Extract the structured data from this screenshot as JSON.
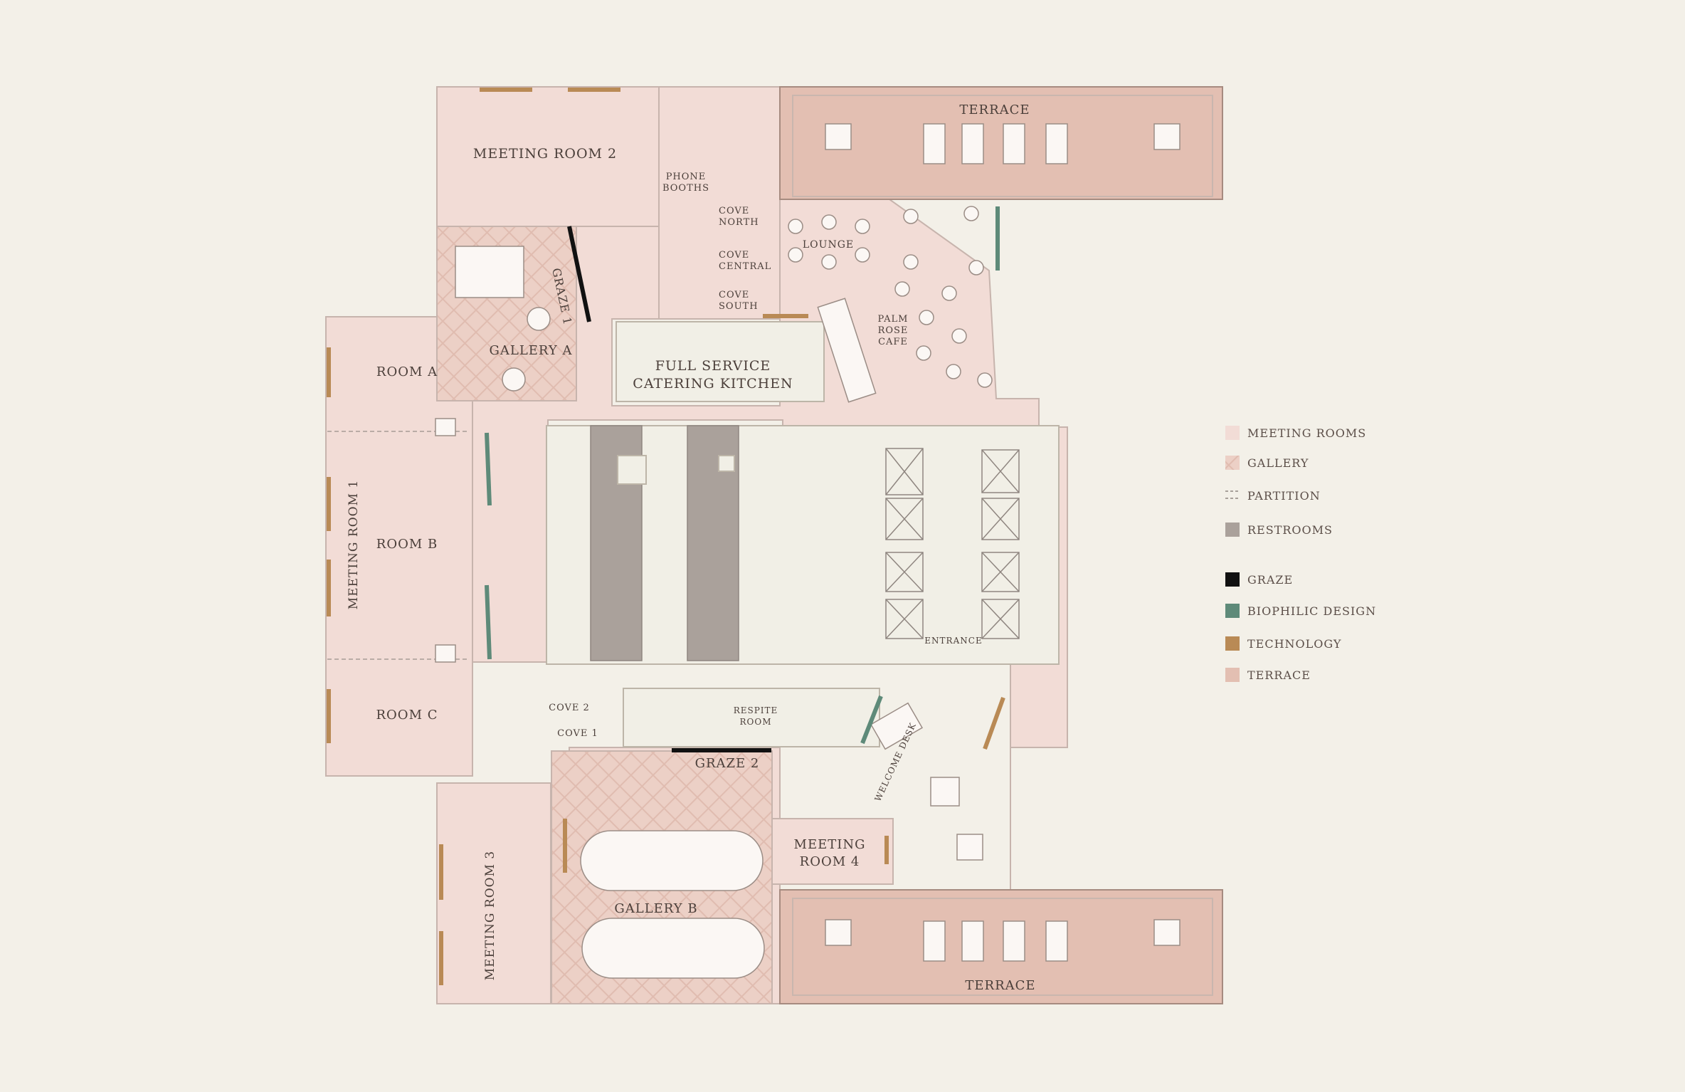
{
  "colors": {
    "background": "#f3f0e8",
    "meeting_rooms": "#f2dcd6",
    "gallery": "#ecd0c6",
    "restrooms": "#aaa19b",
    "graze": "#111111",
    "biophilic": "#5e8a79",
    "technology": "#b98a55",
    "terrace": "#e3bfb2"
  },
  "rooms": {
    "meeting_room_2": "MEETING ROOM 2",
    "phone_booths_1": "PHONE",
    "phone_booths_2": "BOOTHS",
    "cove_north_1": "COVE",
    "cove_north_2": "NORTH",
    "cove_central_1": "COVE",
    "cove_central_2": "CENTRAL",
    "cove_south_1": "COVE",
    "cove_south_2": "SOUTH",
    "graze_1": "GRAZE 1",
    "gallery_a": "GALLERY A",
    "lounge": "LOUNGE",
    "palm_1": "PALM",
    "palm_2": "ROSE",
    "palm_3": "CAFE",
    "kitchen_1": "FULL SERVICE",
    "kitchen_2": "CATERING KITCHEN",
    "room_a": "ROOM A",
    "room_b": "ROOM B",
    "room_c": "ROOM C",
    "meeting_room_1": "MEETING ROOM 1",
    "terrace_top": "TERRACE",
    "terrace_bottom": "TERRACE",
    "entrance": "ENTRANCE",
    "cove_2": "COVE 2",
    "cove_1": "COVE 1",
    "respite_1": "RESPITE",
    "respite_2": "ROOM",
    "welcome_desk": "WELCOME DESK",
    "graze_2": "GRAZE 2",
    "meeting_room_4_1": "MEETING",
    "meeting_room_4_2": "ROOM 4",
    "meeting_room_3": "MEETING ROOM 3",
    "gallery_b": "GALLERY B"
  },
  "legend": [
    {
      "label": "MEETING ROOMS",
      "swatch": "meeting"
    },
    {
      "label": "GALLERY",
      "swatch": "gallery"
    },
    {
      "label": "PARTITION",
      "swatch": "partition"
    },
    {
      "label": "RESTROOMS",
      "swatch": "restrooms"
    },
    {
      "label": "GRAZE",
      "swatch": "graze"
    },
    {
      "label": "BIOPHILIC DESIGN",
      "swatch": "biophilic"
    },
    {
      "label": "TECHNOLOGY",
      "swatch": "technology"
    },
    {
      "label": "TERRACE",
      "swatch": "terrace"
    }
  ]
}
